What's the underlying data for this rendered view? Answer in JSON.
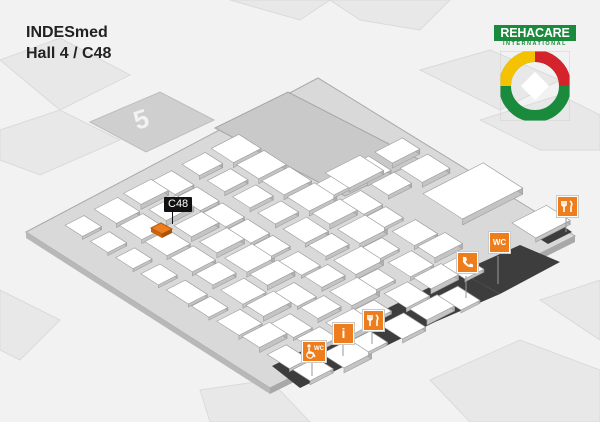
{
  "header": {
    "line1": "INDESmed",
    "line2": "Hall 4 / C48"
  },
  "logo": {
    "word": "REHACARE",
    "sub": "INTERNATIONAL"
  },
  "booth": {
    "label": "C48"
  },
  "hall_marker": {
    "number": "5"
  },
  "facilities": [
    {
      "icon": "restaurant-icon"
    },
    {
      "icon": "wc-icon",
      "label": "WC"
    },
    {
      "icon": "phone-icon"
    },
    {
      "icon": "restaurant-icon"
    },
    {
      "icon": "info-icon",
      "label": "i"
    },
    {
      "icon": "accessible-wc-icon",
      "label": "WC"
    }
  ],
  "colors": {
    "background": "#f2f2f2",
    "hall_floor": "#d6d6d6",
    "booth": "#ffffff",
    "highlight": "#ee7e1d",
    "dark_zone": "#3a3a3a",
    "logo_green": "#1a8a3c",
    "logo_red": "#d4232b",
    "logo_yellow": "#f4c200"
  }
}
